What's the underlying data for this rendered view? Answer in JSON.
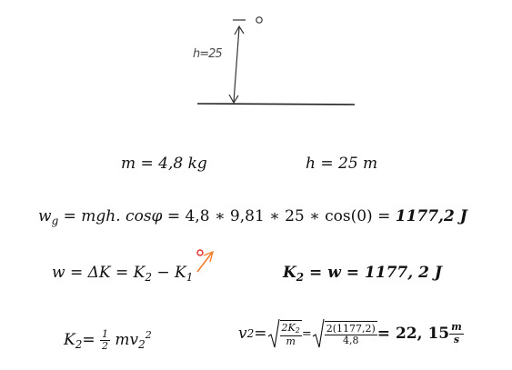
{
  "sketch": {
    "height_label": "h=25",
    "top_marker": "—",
    "top_circle": "o"
  },
  "eq1": {
    "m_lhs": "m = 4,8 ",
    "m_unit": "kg",
    "h_lhs": "h = 25 ",
    "h_unit": "m"
  },
  "eq2": {
    "w": "w",
    "w_sub": "g",
    "rhs": " = mgh. cos",
    "phi": "φ",
    "calc": " = 4,8 ∗ 9,81 ∗ 25 ∗ cos(0) = ",
    "result": "1177,2 J"
  },
  "eq3": {
    "w_lhs": "w",
    "dk": " = ΔK = K",
    "k2_sub": "2",
    "minus": " − K",
    "k1_sub": "1",
    "k2_bold": "K",
    "k2_bold_sub": "2",
    "k2_eq": " = w = 1177, 2 J"
  },
  "eq4": {
    "k2": "K",
    "k2_sub": "2",
    "eq": "=",
    "half_num": "1",
    "half_den": "2",
    "mv": "mv",
    "v_sub": "2",
    "v_sup": "2",
    "v2": "v",
    "v2_sub": "2",
    "eq2": " = ",
    "f1_num": "2K",
    "f1_num_sub": "2",
    "f1_den": "m",
    "eq3": "=",
    "f2_num": "2(1177,2)",
    "f2_den": "4,8",
    "result": " = 22, 15 ",
    "unit_num": "m",
    "unit_den": "s"
  },
  "colors": {
    "ink": "#111111",
    "pencil": "#4a4a4a",
    "annotation_arrow": "#f08030",
    "annotation_circle": "#e03030"
  }
}
